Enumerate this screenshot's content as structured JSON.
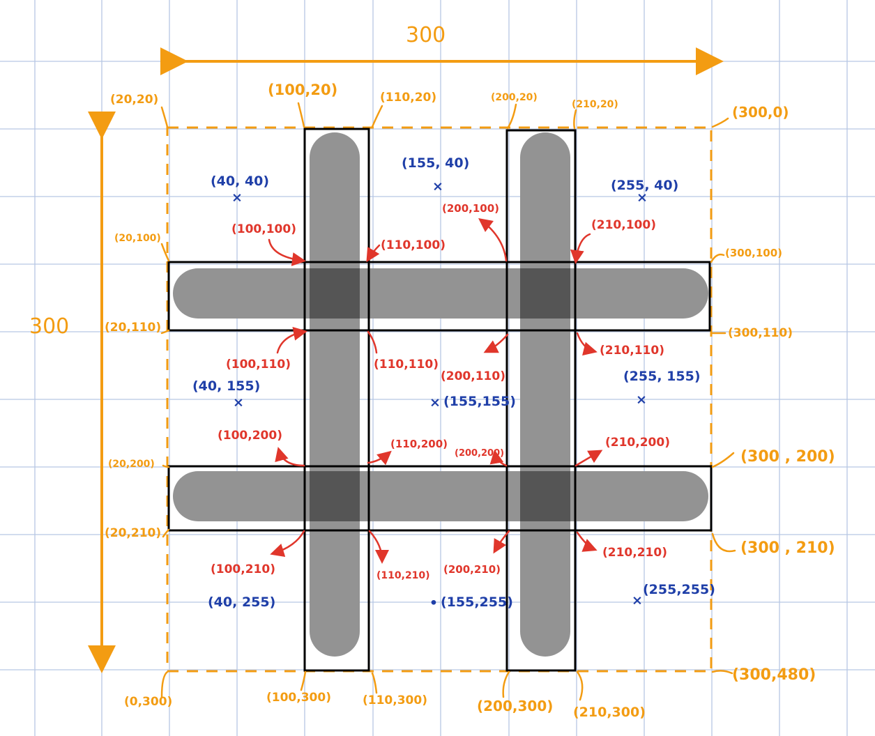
{
  "dimensions": {
    "width_label": "300",
    "height_label": "300"
  },
  "colors": {
    "grid_line": "#b7c6e3",
    "dimension": "#f39c12",
    "boundary_dashed": "#f39c12",
    "corner_label": "#e0362b",
    "center_label": "#1f3fa8",
    "bar_fill": "#939393",
    "bar_overlap": "#555555",
    "outline": "#000000"
  },
  "outer_labels": [
    "(20,20)",
    "(100,20)",
    "(110,20)",
    "(200,20)",
    "(210,20)",
    "(300,0)",
    "(20,100)",
    "(300,100)",
    "(20,110)",
    "(300,110)",
    "(20,200)",
    "(300 , 200)",
    "(20,210)",
    "(300 , 210)",
    "(0,300)",
    "(100,300)",
    "(110,300)",
    "(200,300)",
    "(210,300)",
    "(300,480)"
  ],
  "intersection_labels": [
    "(100,100)",
    "(110,100)",
    "(200,100)",
    "(210,100)",
    "(100,110)",
    "(110,110)",
    "(200,110)",
    "(210,110)",
    "(100,200)",
    "(110,200)",
    "(200,200)",
    "(210,200)",
    "(100,210)",
    "(110,210)",
    "(200,210)",
    "(210,210)"
  ],
  "cell_centers": [
    {
      "label": "(40, 40)",
      "marker": "×"
    },
    {
      "label": "(155, 40)",
      "marker": "×"
    },
    {
      "label": "(255, 40)",
      "marker": "×"
    },
    {
      "label": "(40, 155)",
      "marker": "×"
    },
    {
      "label": "(155,155)",
      "marker": "×"
    },
    {
      "label": "(255, 155)",
      "marker": "×"
    },
    {
      "label": "(40, 255)",
      "marker": ""
    },
    {
      "label": "(155,255)",
      "marker": "•"
    },
    {
      "label": "(255,255)",
      "marker": "×"
    }
  ]
}
